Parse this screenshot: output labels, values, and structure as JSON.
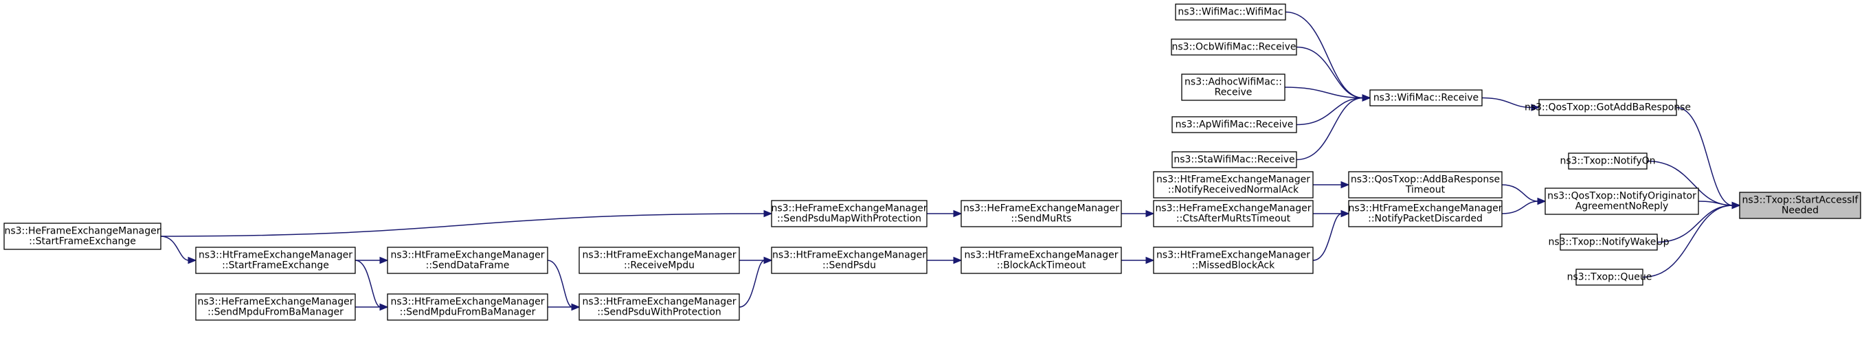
{
  "graph": {
    "colors": {
      "edge": "#191970",
      "node_border": "#000000",
      "node_fill": "#ffffff",
      "root_fill": "#bfbfbf"
    },
    "nodes": [
      {
        "id": "root",
        "lines": [
          "ns3::Txop::StartAccessIf",
          "Needed"
        ],
        "root": true
      },
      {
        "id": "gotAddBa",
        "lines": [
          "ns3::QosTxop::GotAddBaResponse"
        ]
      },
      {
        "id": "notifyOn",
        "lines": [
          "ns3::Txop::NotifyOn"
        ]
      },
      {
        "id": "notifyOrig",
        "lines": [
          "ns3::QosTxop::NotifyOriginator",
          "AgreementNoReply"
        ]
      },
      {
        "id": "notifyWake",
        "lines": [
          "ns3::Txop::NotifyWakeUp"
        ]
      },
      {
        "id": "queue",
        "lines": [
          "ns3::Txop::Queue"
        ]
      },
      {
        "id": "wifiMacReceive",
        "lines": [
          "ns3::WifiMac::Receive"
        ]
      },
      {
        "id": "wifiMacCtor",
        "lines": [
          "ns3::WifiMac::WifiMac"
        ]
      },
      {
        "id": "ocbReceive",
        "lines": [
          "ns3::OcbWifiMac::Receive"
        ]
      },
      {
        "id": "adhocReceive",
        "lines": [
          "ns3::AdhocWifiMac::",
          "Receive"
        ]
      },
      {
        "id": "apReceive",
        "lines": [
          "ns3::ApWifiMac::Receive"
        ]
      },
      {
        "id": "staReceive",
        "lines": [
          "ns3::StaWifiMac::Receive"
        ]
      },
      {
        "id": "addBaTimeout",
        "lines": [
          "ns3::QosTxop::AddBaResponse",
          "Timeout"
        ]
      },
      {
        "id": "htNotifyRecvAck",
        "lines": [
          "ns3::HtFrameExchangeManager",
          "::NotifyReceivedNormalAck"
        ]
      },
      {
        "id": "htNotifyDiscarded",
        "lines": [
          "ns3::HtFrameExchangeManager",
          "::NotifyPacketDiscarded"
        ]
      },
      {
        "id": "heCtsAfterMuRts",
        "lines": [
          "ns3::HeFrameExchangeManager",
          "::CtsAfterMuRtsTimeout"
        ]
      },
      {
        "id": "htMissedBlockAck",
        "lines": [
          "ns3::HtFrameExchangeManager",
          "::MissedBlockAck"
        ]
      },
      {
        "id": "heSendMuRts",
        "lines": [
          "ns3::HeFrameExchangeManager",
          "::SendMuRts"
        ]
      },
      {
        "id": "htBlockAckTimeout",
        "lines": [
          "ns3::HtFrameExchangeManager",
          "::BlockAckTimeout"
        ]
      },
      {
        "id": "heSendPsduMap",
        "lines": [
          "ns3::HeFrameExchangeManager",
          "::SendPsduMapWithProtection"
        ]
      },
      {
        "id": "htSendPsdu",
        "lines": [
          "ns3::HtFrameExchangeManager",
          "::SendPsdu"
        ]
      },
      {
        "id": "htReceiveMpdu",
        "lines": [
          "ns3::HtFrameExchangeManager",
          "::ReceiveMpdu"
        ]
      },
      {
        "id": "htSendPsduProt",
        "lines": [
          "ns3::HtFrameExchangeManager",
          "::SendPsduWithProtection"
        ]
      },
      {
        "id": "heStartFrameExchange",
        "lines": [
          "ns3::HeFrameExchangeManager",
          "::StartFrameExchange"
        ]
      },
      {
        "id": "htSendDataFrame",
        "lines": [
          "ns3::HtFrameExchangeManager",
          "::SendDataFrame"
        ]
      },
      {
        "id": "htSendMpduFromBa",
        "lines": [
          "ns3::HtFrameExchangeManager",
          "::SendMpduFromBaManager"
        ]
      },
      {
        "id": "htStartFrameExchange",
        "lines": [
          "ns3::HtFrameExchangeManager",
          "::StartFrameExchange"
        ]
      },
      {
        "id": "heSendMpduFromBa",
        "lines": [
          "ns3::HeFrameExchangeManager",
          "::SendMpduFromBaManager"
        ]
      }
    ],
    "edges": [
      [
        "gotAddBa",
        "root"
      ],
      [
        "notifyOn",
        "root"
      ],
      [
        "notifyOrig",
        "root"
      ],
      [
        "notifyWake",
        "root"
      ],
      [
        "queue",
        "root"
      ],
      [
        "wifiMacReceive",
        "gotAddBa"
      ],
      [
        "wifiMacCtor",
        "wifiMacReceive"
      ],
      [
        "ocbReceive",
        "wifiMacReceive"
      ],
      [
        "adhocReceive",
        "wifiMacReceive"
      ],
      [
        "apReceive",
        "wifiMacReceive"
      ],
      [
        "staReceive",
        "wifiMacReceive"
      ],
      [
        "addBaTimeout",
        "notifyOrig"
      ],
      [
        "htNotifyDiscarded",
        "notifyOrig"
      ],
      [
        "htNotifyRecvAck",
        "addBaTimeout"
      ],
      [
        "heCtsAfterMuRts",
        "htNotifyDiscarded"
      ],
      [
        "htMissedBlockAck",
        "htNotifyDiscarded"
      ],
      [
        "heSendMuRts",
        "heCtsAfterMuRts"
      ],
      [
        "htBlockAckTimeout",
        "htMissedBlockAck"
      ],
      [
        "heSendPsduMap",
        "heSendMuRts"
      ],
      [
        "htSendPsdu",
        "htBlockAckTimeout"
      ],
      [
        "heStartFrameExchange",
        "heSendPsduMap"
      ],
      [
        "htReceiveMpdu",
        "htSendPsdu"
      ],
      [
        "htSendPsduProt",
        "htSendPsdu"
      ],
      [
        "htSendDataFrame",
        "htSendPsduProt"
      ],
      [
        "htSendMpduFromBa",
        "htSendPsduProt"
      ],
      [
        "htStartFrameExchange",
        "htSendDataFrame"
      ],
      [
        "htStartFrameExchange",
        "htSendMpduFromBa"
      ],
      [
        "heSendMpduFromBa",
        "htSendMpduFromBa"
      ],
      [
        "heStartFrameExchange",
        "htStartFrameExchange"
      ]
    ]
  }
}
